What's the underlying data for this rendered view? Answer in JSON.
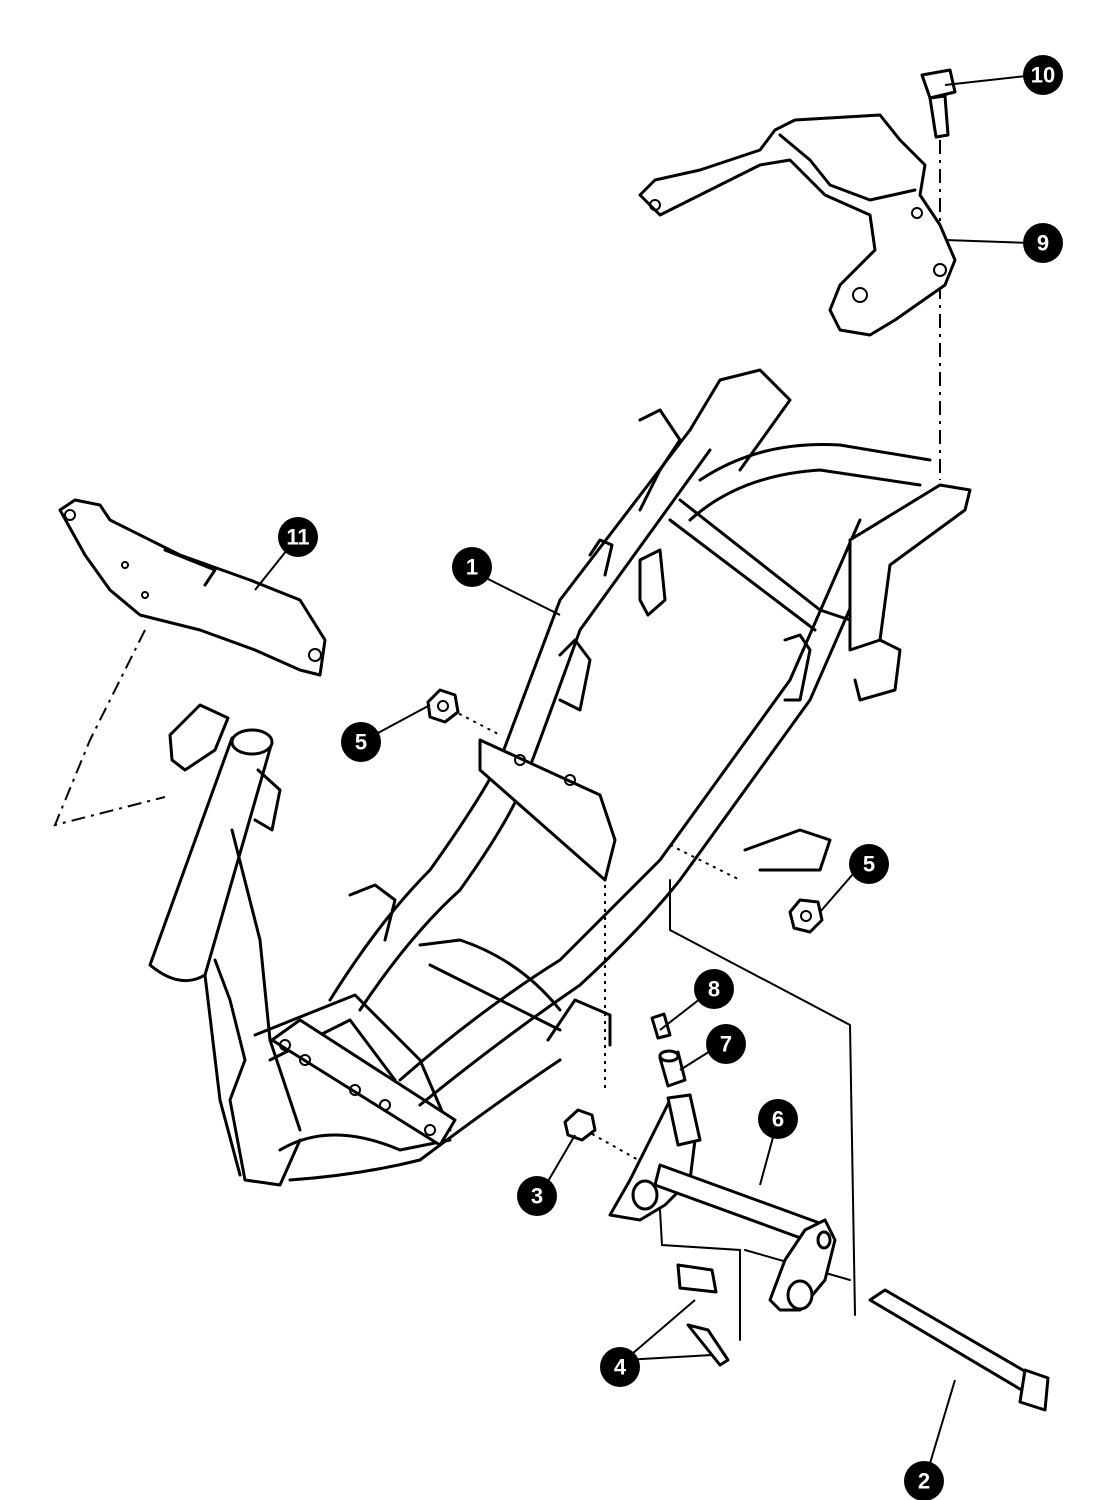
{
  "callouts": [
    {
      "id": "c1",
      "label": "1"
    },
    {
      "id": "c2",
      "label": "2"
    },
    {
      "id": "c3",
      "label": "3"
    },
    {
      "id": "c4",
      "label": "4"
    },
    {
      "id": "c5a",
      "label": "5"
    },
    {
      "id": "c5b",
      "label": "5"
    },
    {
      "id": "c6",
      "label": "6"
    },
    {
      "id": "c7",
      "label": "7"
    },
    {
      "id": "c8",
      "label": "8"
    },
    {
      "id": "c9",
      "label": "9"
    },
    {
      "id": "c10",
      "label": "10"
    },
    {
      "id": "c11",
      "label": "11"
    }
  ]
}
